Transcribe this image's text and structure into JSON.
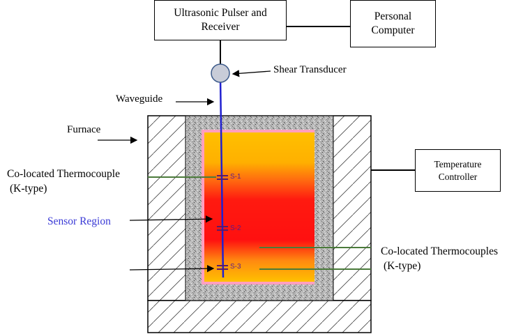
{
  "boxes": {
    "pulser": "Ultrasonic Pulser and Receiver",
    "computer": "Personal Computer",
    "temp_controller": "Temperature Controller"
  },
  "labels": {
    "shear_transducer": "Shear Transducer",
    "waveguide": "Waveguide",
    "furnace": "Furnace",
    "thermocouple_single_line1": "Co-located Thermocouple",
    "thermocouple_single_line2": "(K-type)",
    "sensor_region": "Sensor Region",
    "thermocouples_multi_line1": "Co-located Thermocouples",
    "thermocouples_multi_line2": "(K-type)"
  },
  "sensors": [
    "S-1",
    "S-2",
    "S-3"
  ],
  "colors": {
    "waveguide": "#2020d0",
    "thermocouple": "#4a7a3a",
    "sensor_region_text": "#3a3ad6",
    "hot_zone": "#ff1010",
    "warm_zone": "#ffc000"
  }
}
